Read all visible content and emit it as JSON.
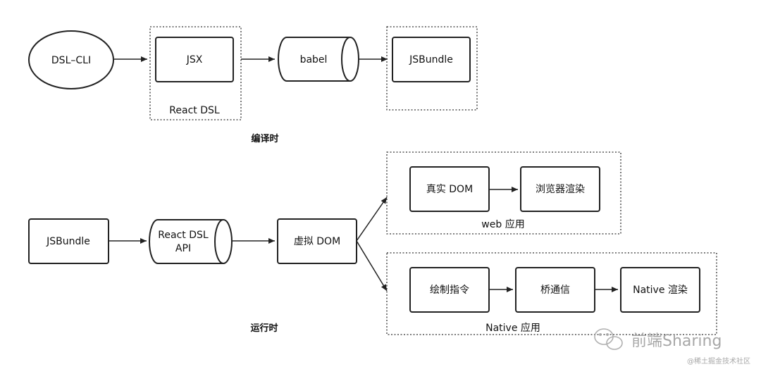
{
  "compile": {
    "dsl_cli": "DSL–CLI",
    "jsx": "JSX",
    "group_label": "React DSL",
    "babel": "babel",
    "bundle": "JSBundle",
    "caption": "编译时"
  },
  "runtime": {
    "bundle": "JSBundle",
    "api_line1": "React DSL",
    "api_line2": "API",
    "vdom": "虚拟 DOM",
    "caption": "运行时",
    "web": {
      "real_dom": "真实 DOM",
      "browser_render": "浏览器渲染",
      "group_label": "web 应用"
    },
    "native": {
      "draw_cmd": "绘制指令",
      "bridge": "桥通信",
      "native_render": "Native 渲染",
      "group_label": "Native 应用"
    }
  },
  "watermark": {
    "brand": "前端Sharing",
    "source": "@稀土掘金技术社区"
  }
}
